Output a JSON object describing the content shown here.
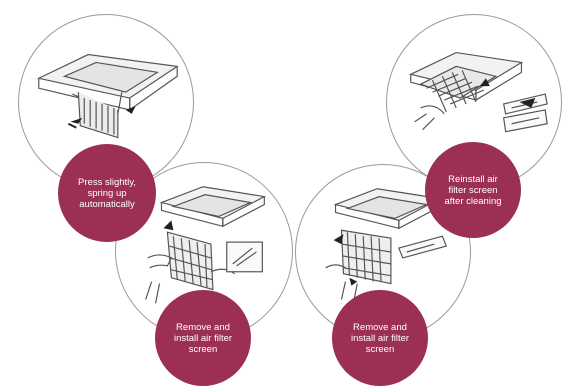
{
  "steps": [
    {
      "label": "Press slightly,\nspring up\nautomatically"
    },
    {
      "label": "Remove and\ninstall air filter\nscreen"
    },
    {
      "label": "Remove and\ninstall air filter\nscreen"
    },
    {
      "label": "Reinstall air\nfilter screen\nafter cleaning"
    }
  ],
  "colors": {
    "badge": "#9c2f55",
    "circle_border": "#9a9a9a",
    "line_art": "#555555"
  }
}
